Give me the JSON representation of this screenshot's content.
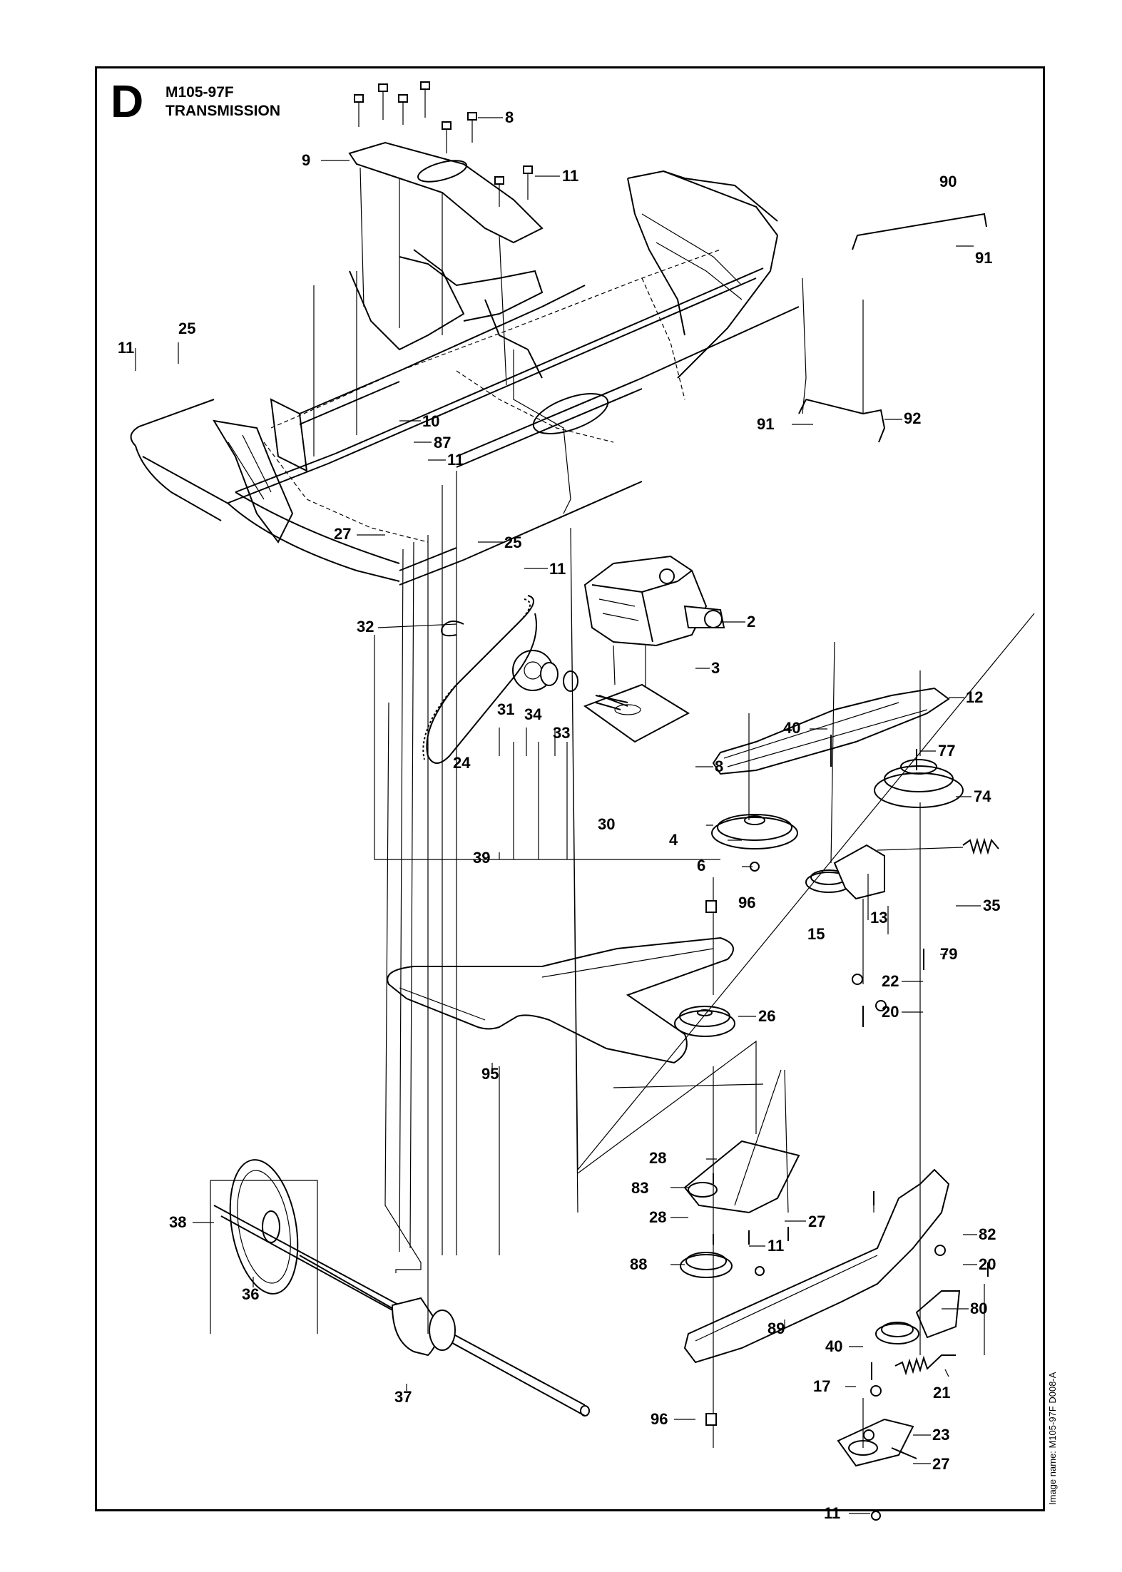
{
  "header": {
    "section_letter": "D",
    "model": "M105-97F",
    "title": "TRANSMISSION"
  },
  "footer": {
    "image_name": "Image name: M105-97F D008-A"
  },
  "callouts": [
    "8",
    "9",
    "11",
    "90",
    "91",
    "25",
    "11",
    "10",
    "87",
    "11",
    "91",
    "92",
    "27",
    "25",
    "11",
    "2",
    "32",
    "3",
    "12",
    "40",
    "77",
    "31",
    "34",
    "33",
    "24",
    "8",
    "74",
    "30",
    "39",
    "4",
    "6",
    "35",
    "96",
    "13",
    "15",
    "79",
    "22",
    "20",
    "26",
    "95",
    "28",
    "83",
    "27",
    "28",
    "11",
    "82",
    "20",
    "88",
    "38",
    "80",
    "36",
    "89",
    "40",
    "21",
    "17",
    "37",
    "96",
    "23",
    "27",
    "11"
  ]
}
